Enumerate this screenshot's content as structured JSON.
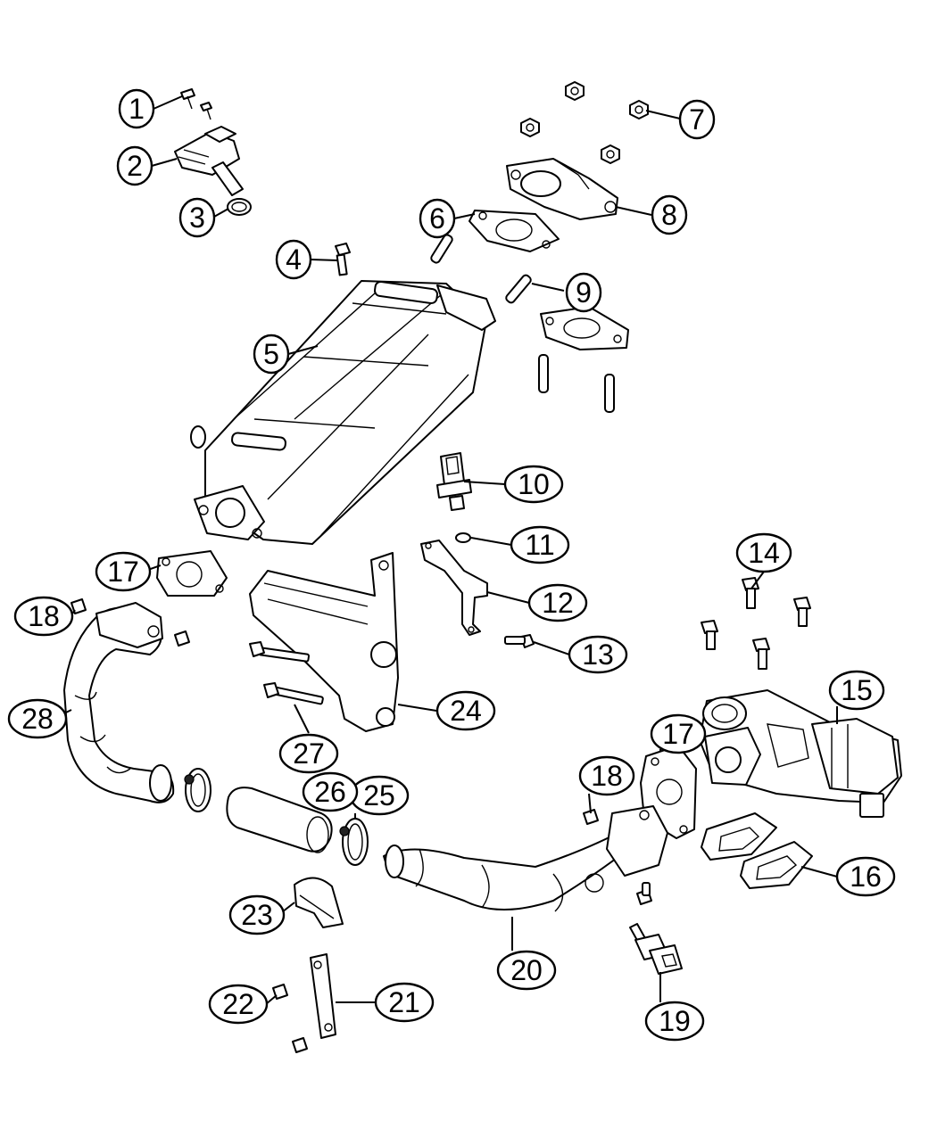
{
  "callouts": {
    "c1": "1",
    "c2": "2",
    "c3": "3",
    "c4": "4",
    "c5": "5",
    "c6": "6",
    "c7": "7",
    "c8": "8",
    "c9": "9",
    "c10": "10",
    "c11": "11",
    "c12": "12",
    "c13": "13",
    "c14": "14",
    "c15": "15",
    "c16": "16",
    "c17a": "17",
    "c17b": "17",
    "c18a": "18",
    "c18b": "18",
    "c19": "19",
    "c20": "20",
    "c21": "21",
    "c22": "22",
    "c23": "23",
    "c24": "24",
    "c25": "25",
    "c26": "26",
    "c27": "27",
    "c28": "28"
  },
  "colors": {
    "line": "#000000",
    "background": "#ffffff"
  }
}
